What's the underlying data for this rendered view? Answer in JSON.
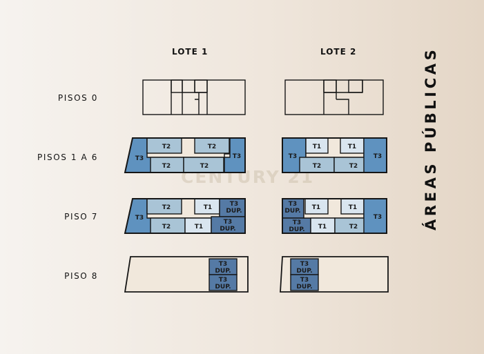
{
  "columns": {
    "lot1": "LOTE 1",
    "lot2": "LOTE 2"
  },
  "rows": {
    "floor0": "PISOS 0",
    "floors1to6": "PISOS 1 A 6",
    "floor7": "PISO 7",
    "floor8": "PISO 8"
  },
  "side_title": "ÁREAS PÚBLICAS",
  "watermark": "CENTURY 21",
  "units": {
    "t1": "T1",
    "t2": "T2",
    "t3": "T3",
    "t3_dup_line1": "T3",
    "t3_dup_line2": "DUP."
  },
  "colors": {
    "background_left": "#f6f3ef",
    "background_right": "#e4d6c6",
    "outline": "#151515",
    "t3": "#5f92bf",
    "t3_duplex": "#557aa5",
    "t2": "#a9c4d6",
    "t1": "#d9e5ef",
    "rooftop": "#f1e8dc"
  }
}
